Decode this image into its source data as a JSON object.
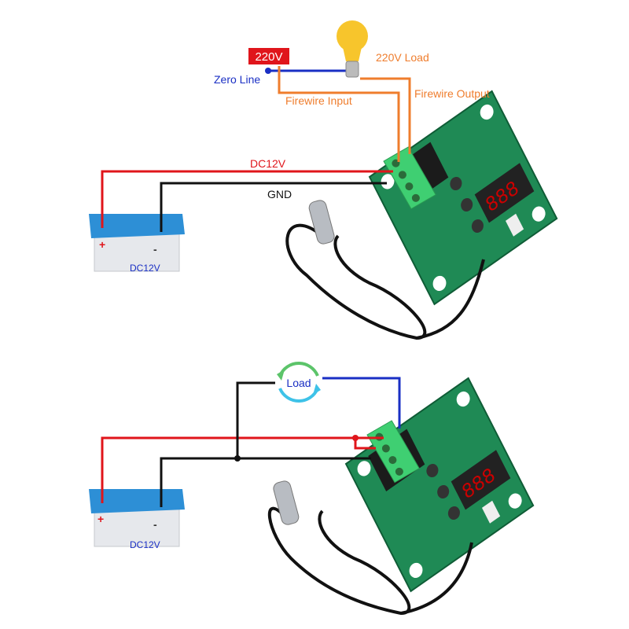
{
  "top_diagram": {
    "supply_label": "220V",
    "zero_line_label": "Zero Line",
    "load_label": "220V Load",
    "firewire_input_label": "Firewire Input",
    "firewire_output_label": "Firewire Output",
    "dc_label": "DC12V",
    "gnd_label": "GND",
    "battery": {
      "plus": "+",
      "minus": "-",
      "label": "DC12V"
    }
  },
  "bottom_diagram": {
    "load_label": "Load",
    "battery": {
      "plus": "+",
      "minus": "-",
      "label": "DC12V"
    }
  },
  "colors": {
    "positive_wire": "#e0151b",
    "ground_wire": "#111111",
    "zero_line": "#1a2fc4",
    "firewire": "#ef7d2d",
    "board": "#1f8a55",
    "terminal": "#3fcf72",
    "battery_top": "#2d8fd6",
    "battery_body": "#e6e8ec"
  }
}
